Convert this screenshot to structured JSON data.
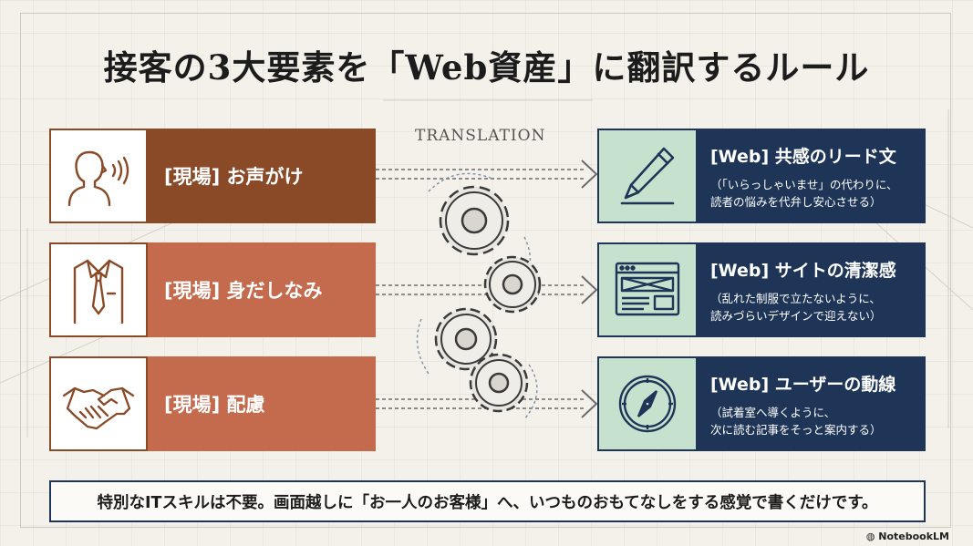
{
  "title": "接客の3大要素を「Web資産」に翻訳するルール",
  "translation_label": "TRANSLATION",
  "colors": {
    "brown_dark": "#8a4a28",
    "brown_light": "#c46a4d",
    "navy": "#1f3557",
    "mint": "#c6e2cf"
  },
  "field_items": [
    {
      "label": "[現場] お声がけ",
      "icon": "speaking-person-icon"
    },
    {
      "label": "[現場] 身だしなみ",
      "icon": "shirt-tie-icon"
    },
    {
      "label": "[現場] 配慮",
      "icon": "handshake-icon"
    }
  ],
  "web_items": [
    {
      "title": "[Web] 共感のリード文",
      "desc1": "（「いらっしゃいませ」の代わりに、",
      "desc2": "読者の悩みを代弁し安心させる）",
      "icon": "pen-icon"
    },
    {
      "title": "[Web] サイトの清潔感",
      "desc1": "（乱れた制服で立たないように、",
      "desc2": "読みづらいデザインで迎えない）",
      "icon": "website-layout-icon"
    },
    {
      "title": "[Web] ユーザーの動線",
      "desc1": "（試着室へ導くように、",
      "desc2": "次に読む記事をそっと案内する）",
      "icon": "compass-icon"
    }
  ],
  "bottom_note": "特別なITスキルは不要。画面越しに「お一人のお客様」へ、いつものおもてなしをする感覚で書くだけです。",
  "brand": "NotebookLM"
}
